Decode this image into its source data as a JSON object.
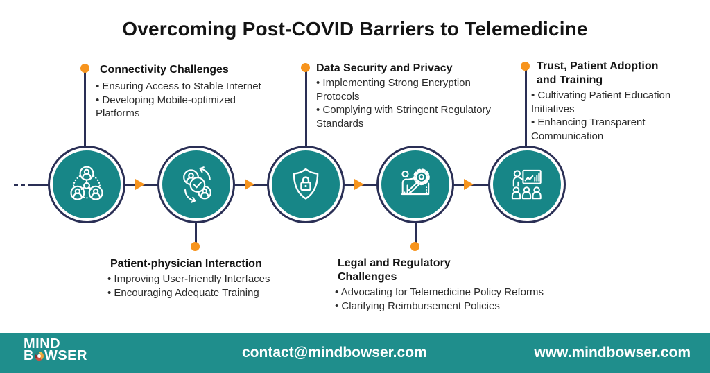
{
  "title": "Overcoming Post-COVID Barriers to Telemedicine",
  "colors": {
    "circle_teal": "#178687",
    "line_navy": "#2A2F55",
    "accent_orange": "#F7941D",
    "footer_teal": "#1F8E8C"
  },
  "steps": [
    {
      "heading": "Connectivity Challenges",
      "bullets": [
        "Ensuring Access to Stable Internet",
        "Developing Mobile-optimized Platforms"
      ],
      "icon": "network-people-icon",
      "label_position": "top"
    },
    {
      "heading": "Patient-physician Interaction",
      "bullets": [
        "Improving User-friendly Interfaces",
        "Encouraging Adequate Training"
      ],
      "icon": "patient-physician-sync-icon",
      "label_position": "bottom"
    },
    {
      "heading": "Data Security and Privacy",
      "bullets": [
        "Implementing Strong Encryption Protocols",
        "Complying with Stringent Regulatory Standards"
      ],
      "icon": "shield-lock-icon",
      "label_position": "top"
    },
    {
      "heading": "Legal and Regulatory Challenges",
      "bullets": [
        "Advocating for Telemedicine Policy Reforms",
        "Clarifying Reimbursement Policies"
      ],
      "icon": "person-gear-icon",
      "label_position": "bottom"
    },
    {
      "heading": "Trust, Patient Adoption and Training",
      "bullets": [
        "Cultivating Patient Education Initiatives",
        "Enhancing Transparent Communication"
      ],
      "icon": "training-presentation-icon",
      "label_position": "top"
    }
  ],
  "footer": {
    "logo": {
      "line1": "MIND",
      "line2_prefix": "B",
      "line2_suffix": "WSER"
    },
    "email": "contact@mindbowser.com",
    "website": "www.mindbowser.com"
  }
}
